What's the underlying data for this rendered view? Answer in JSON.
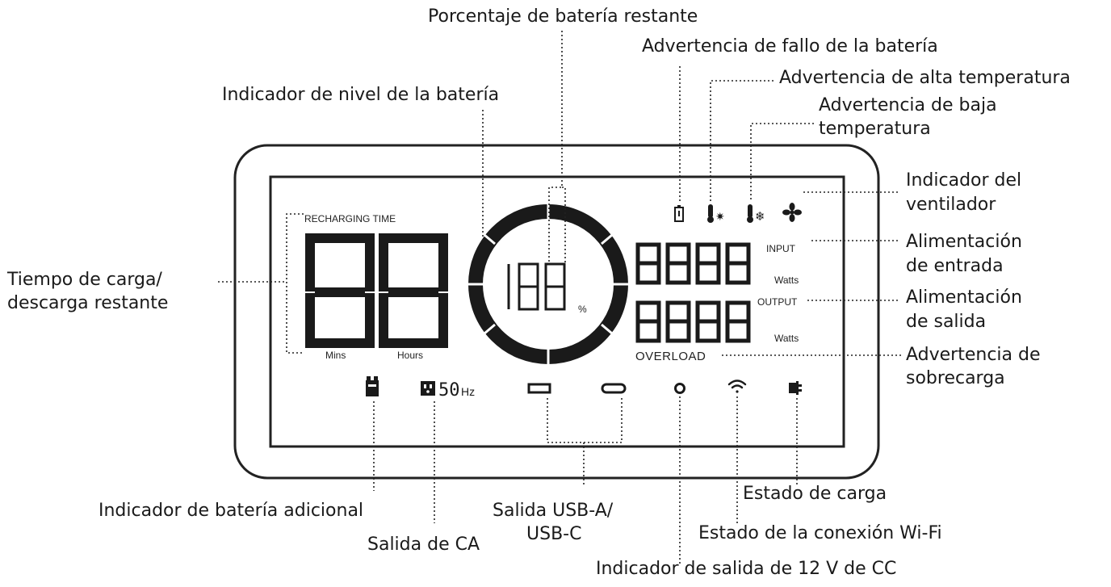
{
  "callouts": {
    "battery_percent": "Porcentaje de batería restante",
    "battery_fault": "Advertencia de fallo de la batería",
    "high_temp": "Advertencia de alta temperatura",
    "low_temp_line1": "Advertencia de baja",
    "low_temp_line2": "temperatura",
    "battery_level": "Indicador de nivel de la batería",
    "fan_line1": "Indicador del",
    "fan_line2": "ventilador",
    "input_power_line1": "Alimentación",
    "input_power_line2": "de entrada",
    "output_power_line1": "Alimentación",
    "output_power_line2": "de salida",
    "overload_line1": "Advertencia de",
    "overload_line2": "sobrecarga",
    "time_left_line1": "Tiempo de carga/",
    "time_left_line2": "descarga restante",
    "extra_battery": "Indicador de batería adicional",
    "ac_output": "Salida de CA",
    "usb_line1": "Salida USB-A/",
    "usb_line2": "USB-C",
    "charge_status": "Estado de carga",
    "wifi_status": "Estado de la conexión Wi-Fi",
    "dc12v": "Indicador de salida de 12 V de CC"
  },
  "lcd": {
    "recharging_time": "RECHARGING TIME",
    "mins": "Mins",
    "hours": "Hours",
    "percent_sign": "%",
    "input_label": "INPUT",
    "output_label": "OUTPUT",
    "watts_in": "Watts",
    "watts_out": "Watts",
    "overload": "OVERLOAD",
    "freq": "50",
    "freq_unit": "Hz"
  },
  "icons": [
    "battery-fault-icon",
    "high-temp-icon",
    "low-temp-icon",
    "fan-icon",
    "extra-battery-icon",
    "ac-outlet-icon",
    "usb-a-icon",
    "usb-c-icon",
    "dc-12v-icon",
    "wifi-icon",
    "charging-icon"
  ]
}
